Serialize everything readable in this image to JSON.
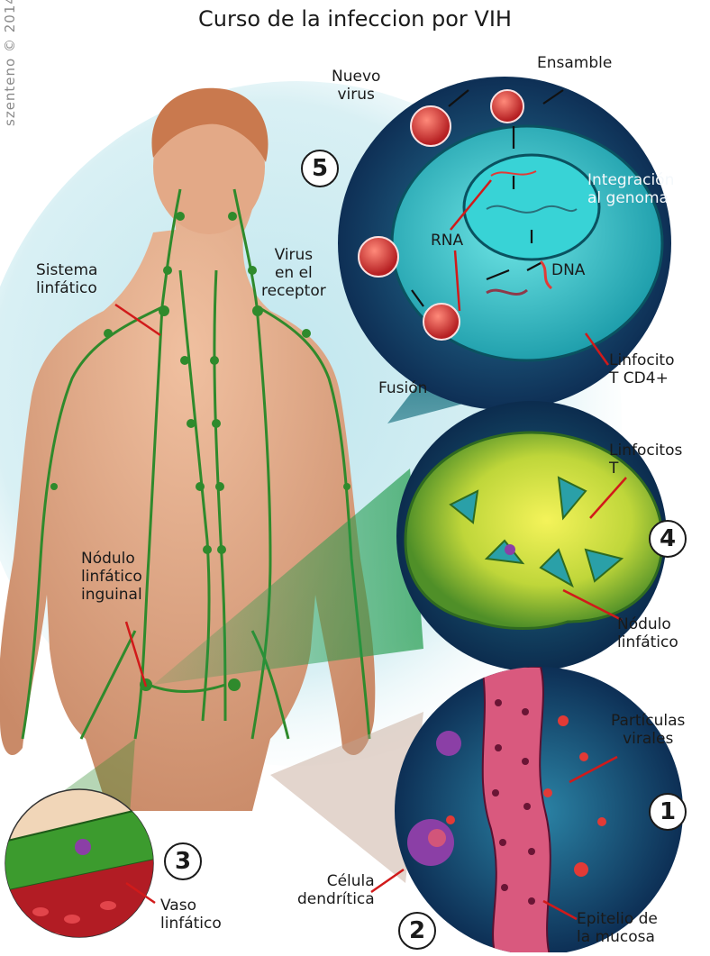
{
  "title": "Curso de la infeccion por VIH",
  "credit": "szenteno © 2014",
  "steps": [
    "1",
    "2",
    "3",
    "4",
    "5"
  ],
  "labels": {
    "nuevo_virus": "Nuevo\nvirus",
    "ensamble": "Ensamble",
    "integracion": "Integración\nal genoma",
    "rna": "RNA",
    "dna": "DNA",
    "virus_receptor": "Virus\nen el\nreceptor",
    "sistema_linfatico": "Sistema\nlinfático",
    "fusion": "Fusión",
    "linfocito_cd4": "Linfocito\nT CD4+",
    "linfocitos_t": "Linfocitos\nT",
    "nodulo_inguinal": "Nódulo\nlinfático\ninguinal",
    "nodulo_linfatico": "Nódulo\nlinfático",
    "particulas": "Partículas\nvirales",
    "celula_dendritica": "Célula\ndendrítica",
    "vaso_linfatico": "Vaso\nlinfático",
    "epitelio": "Epitelio de\nla mucosa"
  },
  "colors": {
    "skin": "#e3a987",
    "lymph": "#2f8a2c",
    "cell_teal": "#2fc4c8",
    "circle_dark": "#16416a",
    "node_yellow": "#d8e23a",
    "virus_red": "#e23a36",
    "epithelium": "#d9597e",
    "dendritic": "#8b3fa6",
    "leader": "#d11a1a"
  }
}
